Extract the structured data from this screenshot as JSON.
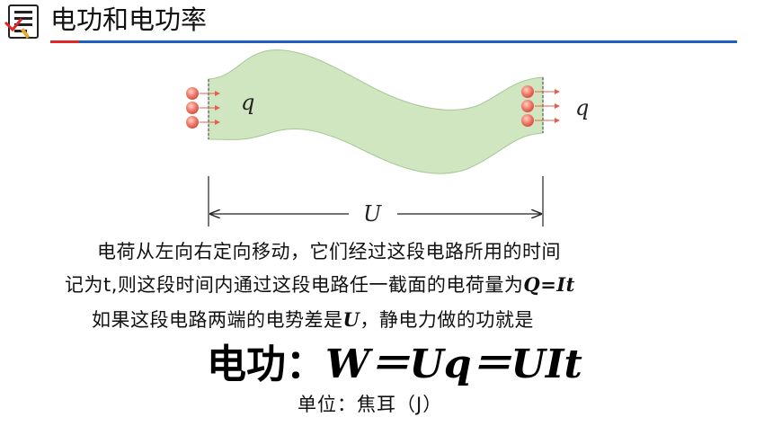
{
  "header": {
    "title": "电功和电功率",
    "icon": "document-checklist-icon",
    "accent_red": "#e0262a",
    "accent_blue": "#1f5fbf"
  },
  "diagram": {
    "charge_left": "q",
    "charge_right": "q",
    "voltage": "U",
    "wire_fill": "#cfe6c0",
    "charge_color": "#f08070"
  },
  "text": {
    "line1": "电荷从左向右定向移动，它们经过这段电路所用的时间",
    "line2_pre": "记为t,则这段时间内通过这段电路任一截面的电荷量为",
    "line2_formula": "Q=It",
    "line3_pre": "如果这段电路两端的电势差是",
    "line3_var": "U",
    "line3_post": "，静电力做的功就是",
    "big_label": "电功：",
    "big_formula": "W＝Uq＝UIt",
    "unit": "单位：焦耳（J）"
  }
}
